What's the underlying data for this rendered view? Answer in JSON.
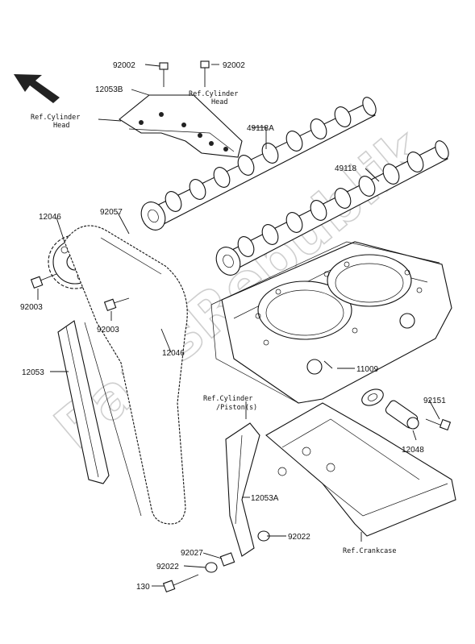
{
  "watermark": "PartsRepublik",
  "labels": {
    "p92002_left": "92002",
    "p92002_right": "92002",
    "p12053B": "12053B",
    "p49118A": "49118A",
    "p49118": "49118",
    "p12046_top": "12046",
    "p92057": "92057",
    "p92003_left": "92003",
    "p92003_mid": "92003",
    "p12046_mid": "12046",
    "p12053": "12053",
    "p11009": "11009",
    "p92151": "92151",
    "p12048": "12048",
    "p12053A": "12053A",
    "p92022_right": "92022",
    "p92027": "92027",
    "p92022_left": "92022",
    "p130": "130"
  },
  "refs": {
    "cyl_head_top_1": "Ref.Cylinder",
    "cyl_head_top_2": "Head",
    "cyl_head_left_1": "Ref.Cylinder",
    "cyl_head_left_2": "Head",
    "cyl_piston_1": "Ref.Cylinder",
    "cyl_piston_2": "/Piston(s)",
    "crankcase": "Ref.Crankcase"
  }
}
